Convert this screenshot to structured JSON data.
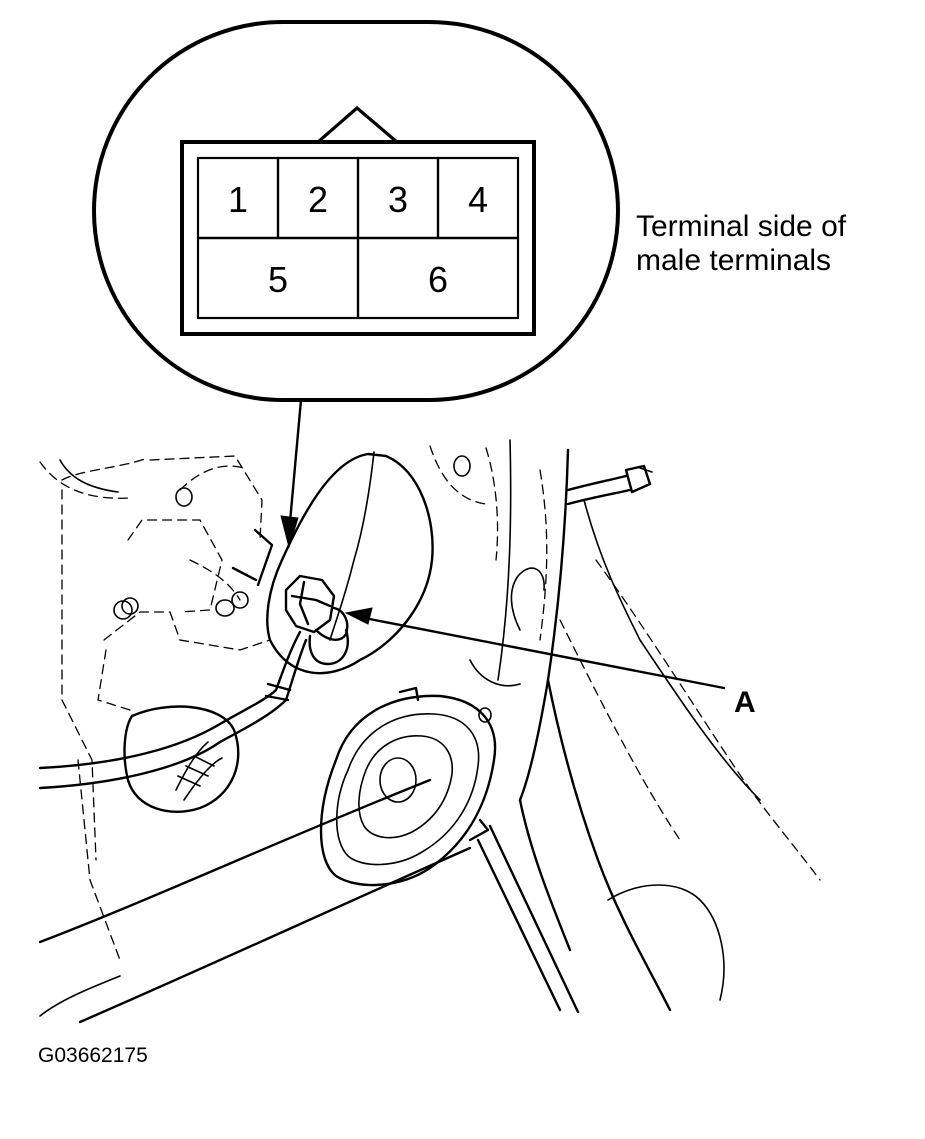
{
  "connector": {
    "pins": [
      "1",
      "2",
      "3",
      "4",
      "5",
      "6"
    ],
    "view_caption_line1": "Terminal side of",
    "view_caption_line2": "male terminals"
  },
  "callout": {
    "label": "A"
  },
  "figure_id": "G03662175"
}
